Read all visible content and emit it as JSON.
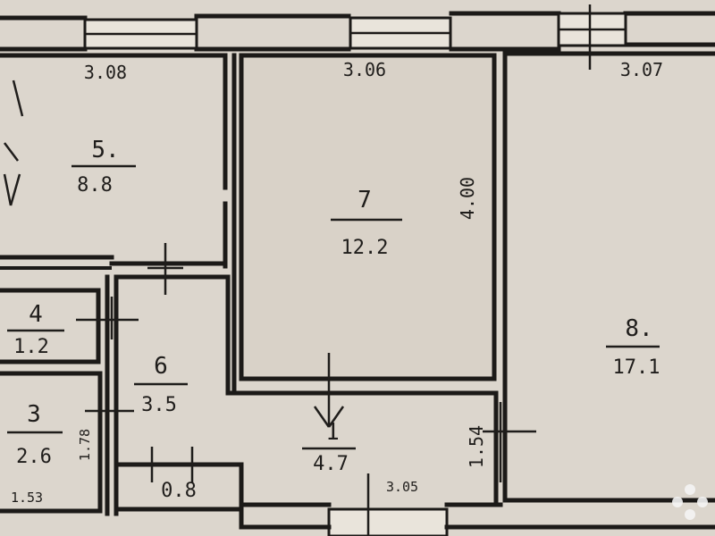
{
  "rooms": [
    {
      "number": "5.",
      "area": "8.8"
    },
    {
      "number": "7",
      "area": "12.2"
    },
    {
      "number": "8.",
      "area": "17.1"
    },
    {
      "number": "4",
      "area": "1.2"
    },
    {
      "number": "6",
      "area": "3.5"
    },
    {
      "number": "3",
      "area": "2.6"
    },
    {
      "number": "1",
      "area": "4.7"
    },
    {
      "number": "",
      "area": "0.8"
    }
  ],
  "dimensions": {
    "room5_width": "3.08",
    "room7_width": "3.06",
    "room8_width": "3.07",
    "room7_length": "4.00",
    "hall_width": "3.05",
    "hall_length": "1.54",
    "room3_height": "1.78",
    "room3_width": "1.53"
  },
  "watermark": {
    "icon": "photo-dots-icon"
  }
}
